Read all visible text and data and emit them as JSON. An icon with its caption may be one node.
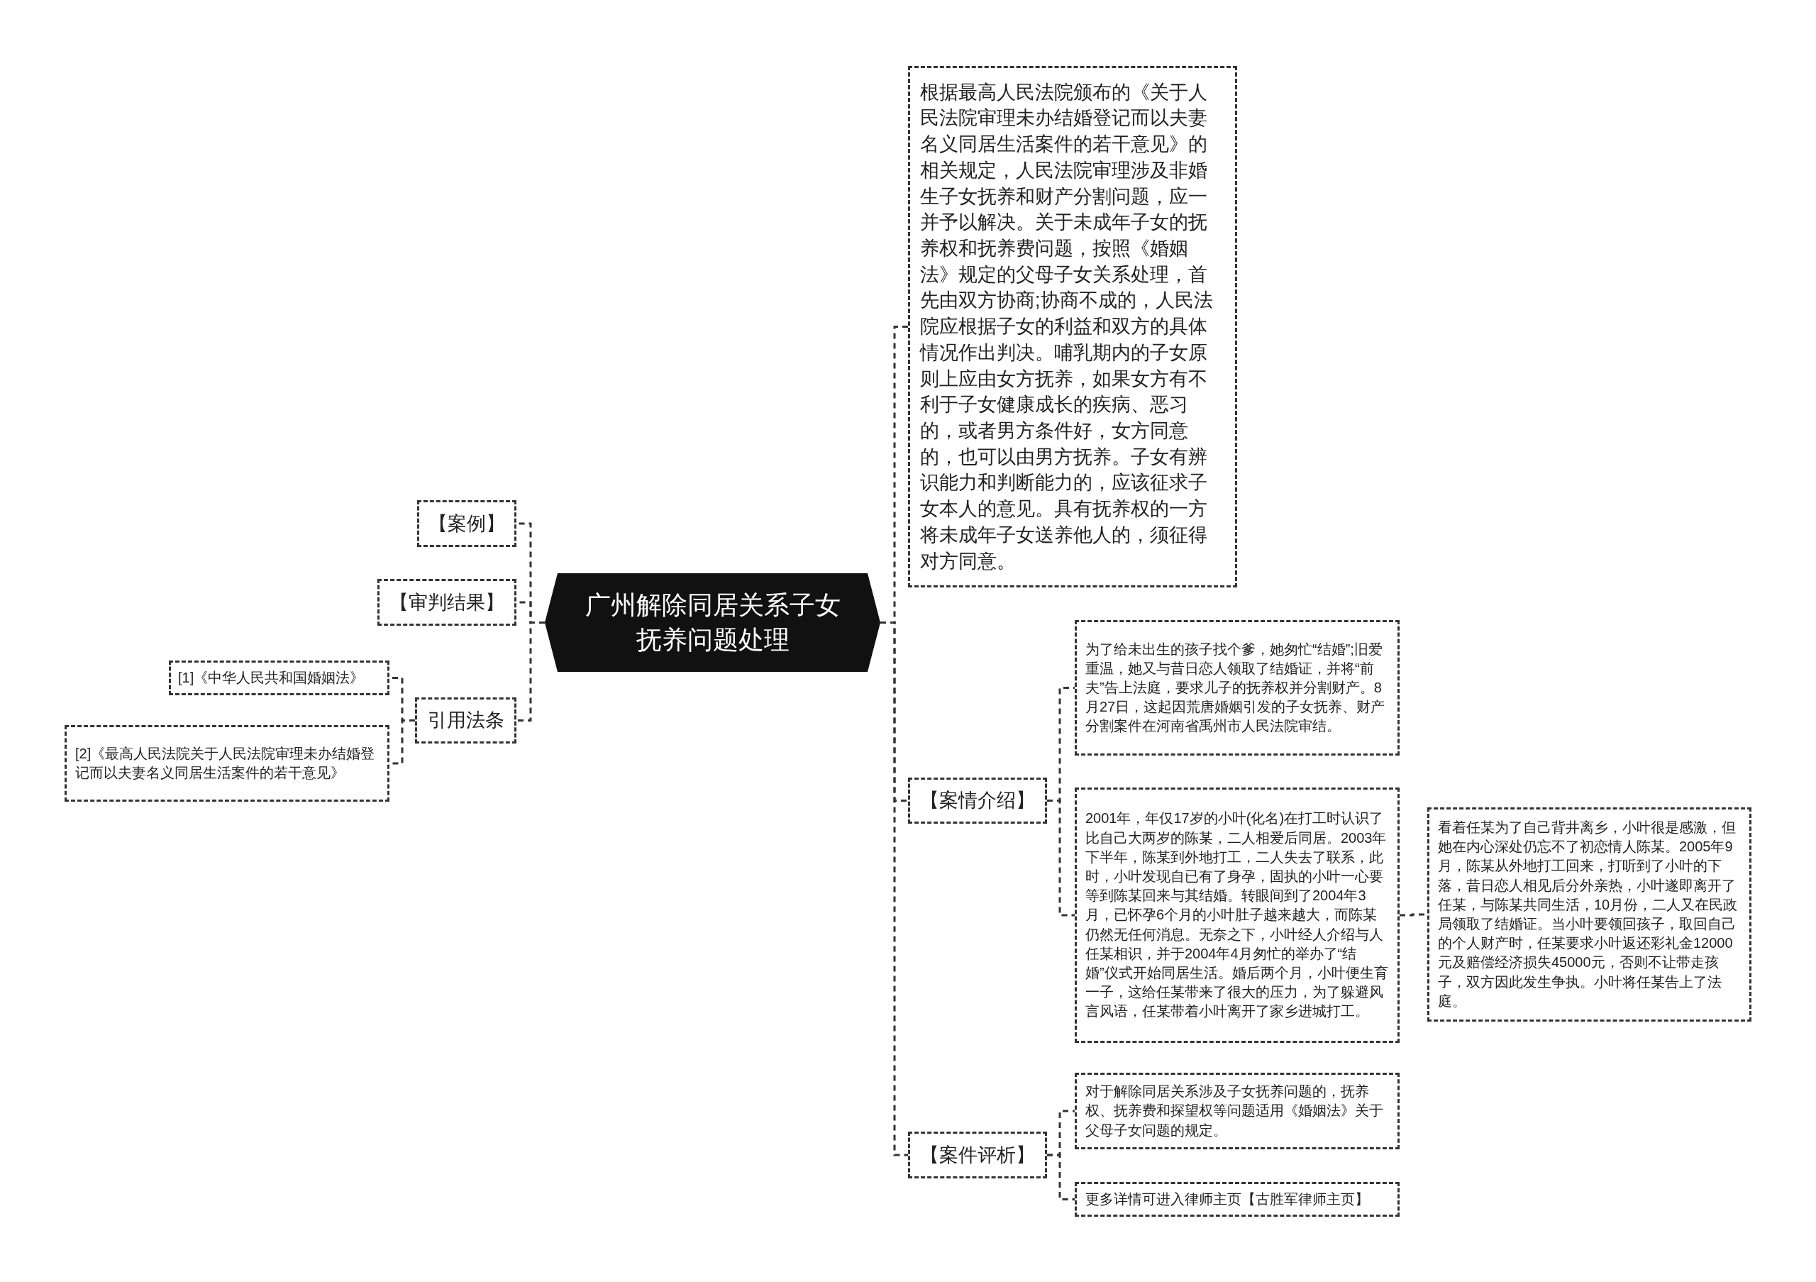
{
  "diagram": {
    "nodes": [
      {
        "text": [
          "广州解除同居关系子女抚养问题处理"
        ]
      },
      {
        "text": [
          "【案例】"
        ]
      },
      {
        "text": [
          "【审判结果】"
        ]
      },
      {
        "text": [
          "引用法条"
        ]
      },
      {
        "text": [
          "[1]《中华人民共和国婚姻法》"
        ]
      },
      {
        "text": [
          "[2]《最高人民法院关于人民法院审理未办结婚登记而以夫妻名义同居生活案件的若干意见》"
        ]
      },
      {
        "text": [
          "根据最高人民法院颁布的《关于人民法院审理未办结婚登记而以夫妻名义同居生活案件的若干意见》的相关规定，人民法院审理涉及非婚生子女抚养和财产分割问题，应一并予以解决。关于未成年子女的抚养权和抚养费问题，按照《婚姻法》规定的父母子女关系处理，首先由双方协商;协商不成的，人民法院应根据子女的利益和双方的具体情况作出判决。哺乳期内的子女原则上应由女方抚养，如果女方有不利于子女健康成长的疾病、恶习的，或者男方条件好，女方同意的，也可以由男方抚养。子女有辨识能力和判断能力的，应该征求子女本人的意见。具有抚养权的一方将未成年子女送养他人的，须征得对方同意。"
        ]
      },
      {
        "text": [
          "【案情介绍】"
        ]
      },
      {
        "text": [
          "为了给未出生的孩子找个爹，她匆忙“结婚”;旧爱重温，她又与昔日恋人领取了结婚证，并将“前夫”告上法庭，要求儿子的抚养权并分割财产。8月27日，这起因荒唐婚姻引发的子女抚养、财产分割案件在河南省禹州市人民法院审结。"
        ]
      },
      {
        "text": [
          "2001年，年仅17岁的小叶(化名)在打工时认识了比自己大两岁的陈某，二人相爱后同居。2003年下半年，陈某到外地打工，二人失去了联系，此时，小叶发现自已有了身孕，固执的小叶一心要等到陈某回来与其结婚。转眼间到了2004年3月，已怀孕6个月的小叶肚子越来越大，而陈某仍然无任何消息。无奈之下，小叶经人介绍与人任某相识，并于2004年4月匆忙的举办了“结婚”仪式开始同居生活。婚后两个月，小叶便生育一子，这给任某带来了很大的压力，为了躲避风言风语，任某带着小叶离开了家乡进城打工。"
        ]
      },
      {
        "text": [
          "看着任某为了自己背井离乡，小叶很是感激，但她在内心深处仍忘不了初恋情人陈某。2005年9月，陈某从外地打工回来，打听到了小叶的下落，昔日恋人相见后分外亲热，小叶遂即离开了任某，与陈某共同生活，10月份，二人又在民政局领取了结婚证。当小叶要领回孩子，取回自己的个人财产时，任某要求小叶返还彩礼金12000元及赔偿经济损失45000元，否则不让带走孩子，双方因此发生争执。小叶将任某告上了法庭。"
        ]
      },
      {
        "text": [
          "【案件评析】"
        ]
      },
      {
        "text": [
          "对于解除同居关系涉及子女抚养问题的，抚养权、抚养费和探望权等问题适用《婚姻法》关于父母子女问题的规定。"
        ]
      },
      {
        "text": [
          "更多详情可进入律师主页【古胜军律师主页】"
        ]
      }
    ],
    "edges": [
      {
        "from": 0,
        "to": 1,
        "arrow": "none"
      },
      {
        "from": 0,
        "to": 2,
        "arrow": "none"
      },
      {
        "from": 0,
        "to": 3,
        "arrow": "none"
      },
      {
        "from": 3,
        "to": 4,
        "arrow": "none"
      },
      {
        "from": 3,
        "to": 5,
        "arrow": "none"
      },
      {
        "from": 0,
        "to": 6,
        "arrow": "none"
      },
      {
        "from": 0,
        "to": 7,
        "arrow": "none"
      },
      {
        "from": 0,
        "to": 11,
        "arrow": "none"
      },
      {
        "from": 7,
        "to": 8,
        "arrow": "none"
      },
      {
        "from": 7,
        "to": 9,
        "arrow": "none"
      },
      {
        "from": 9,
        "to": 10,
        "arrow": "none"
      },
      {
        "from": 11,
        "to": 12,
        "arrow": "none"
      },
      {
        "from": 11,
        "to": 13,
        "arrow": "none"
      }
    ]
  }
}
